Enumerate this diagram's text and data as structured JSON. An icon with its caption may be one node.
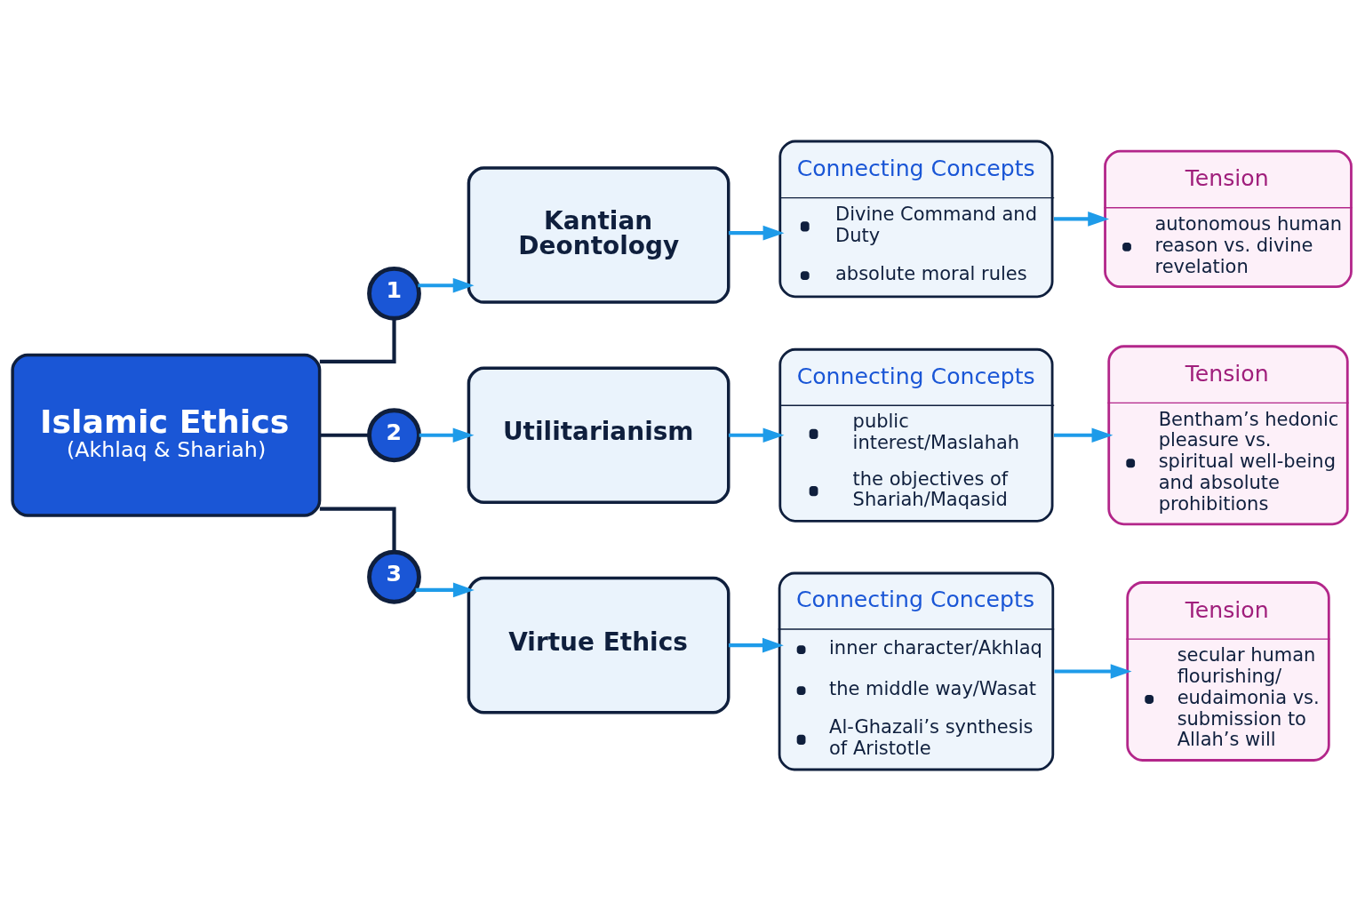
{
  "diagram": {
    "nodes": [
      {
        "text": [
          "Islamic Ethics",
          "(Akhlaq & Shariah)"
        ]
      },
      {
        "text": [
          "1"
        ]
      },
      {
        "text": [
          "Kantian Deontology"
        ]
      },
      {
        "text": [
          "Connecting Concepts",
          "Divine Command and Duty",
          "absolute moral rules"
        ]
      },
      {
        "text": [
          "Tension",
          "autonomous human reason vs. divine revelation"
        ]
      },
      {
        "text": [
          "2"
        ]
      },
      {
        "text": [
          "Utilitarianism"
        ]
      },
      {
        "text": [
          "Connecting Concepts",
          "public interest/Maslahah",
          "the objectives of Shariah/Maqasid"
        ]
      },
      {
        "text": [
          "Tension",
          "Bentham’s hedonic pleasure vs. spiritual well-being and absolute prohibitions"
        ]
      },
      {
        "text": [
          "3"
        ]
      },
      {
        "text": [
          "Virtue Ethics"
        ]
      },
      {
        "text": [
          "Connecting Concepts",
          "inner character/Akhlaq",
          "the middle way/Wasat",
          "Al-Ghazali’s synthesis of Aristotle"
        ]
      },
      {
        "text": [
          "Tension",
          "secular human flourishing/ eudaimonia vs. submission to Allah’s will"
        ]
      }
    ],
    "edges": [
      {
        "from": 0,
        "to": 1,
        "arrow": "none",
        "color": "#0f1f3d"
      },
      {
        "from": 0,
        "to": 5,
        "arrow": "none",
        "color": "#0f1f3d"
      },
      {
        "from": 0,
        "to": 9,
        "arrow": "none",
        "color": "#0f1f3d"
      },
      {
        "from": 1,
        "to": 2,
        "arrow": "to"
      },
      {
        "from": 2,
        "to": 3,
        "arrow": "to"
      },
      {
        "from": 3,
        "to": 4,
        "arrow": "to"
      },
      {
        "from": 5,
        "to": 6,
        "arrow": "to"
      },
      {
        "from": 6,
        "to": 7,
        "arrow": "to"
      },
      {
        "from": 7,
        "to": 8,
        "arrow": "to"
      },
      {
        "from": 9,
        "to": 10,
        "arrow": "to"
      },
      {
        "from": 10,
        "to": 11,
        "arrow": "to"
      },
      {
        "from": 11,
        "to": 12,
        "arrow": "to"
      }
    ]
  }
}
